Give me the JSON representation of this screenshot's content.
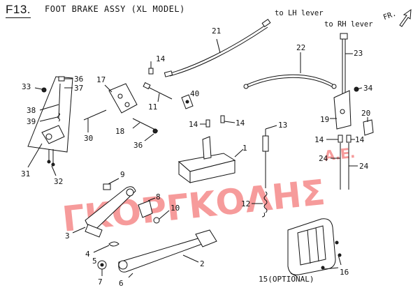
{
  "header": {
    "code": "F13.",
    "title": "FOOT BRAKE ASSY (XL MODEL)"
  },
  "notes": {
    "to_lh": "to LH lever",
    "to_rh": "to RH lever",
    "front": "FR."
  },
  "watermark": {
    "text": "ΓΚΟΡΓΚΟΛΗΣ",
    "suffix": "Α.Ε."
  },
  "callouts": {
    "c1": "1",
    "c2": "2",
    "c3": "3",
    "c4": "4",
    "c5": "5",
    "c6": "6",
    "c7": "7",
    "c8": "8",
    "c9": "9",
    "c10": "10",
    "c11": "11",
    "c12": "12",
    "c13": "13",
    "c14a": "14",
    "c14b": "14",
    "c14c": "14",
    "c14d": "14",
    "c14e": "14",
    "c15": "15(OPTIONAL)",
    "c16": "16",
    "c17": "17",
    "c18": "18",
    "c19": "19",
    "c20": "20",
    "c21": "21",
    "c22": "22",
    "c23": "23",
    "c24a": "24",
    "c24b": "24",
    "c30": "30",
    "c31": "31",
    "c32": "32",
    "c33": "33",
    "c34": "34",
    "c36a": "36",
    "c36b": "36",
    "c37": "37",
    "c38": "38",
    "c39": "39",
    "c40": "40"
  }
}
